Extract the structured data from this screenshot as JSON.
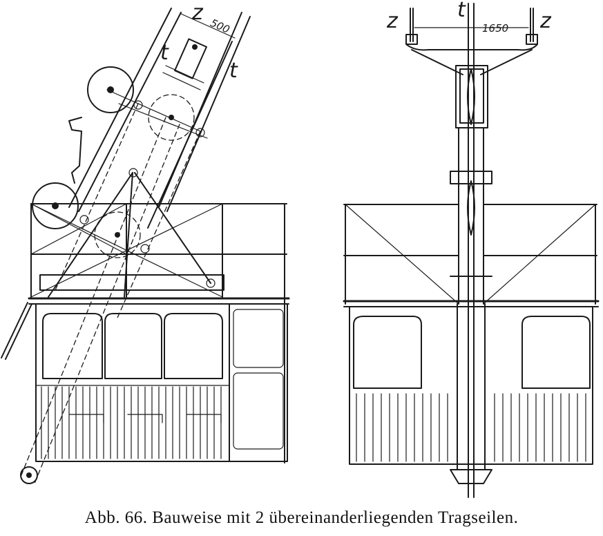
{
  "caption": "Abb. 66. Bauweise mit 2 übereinanderliegenden Tragseilen.",
  "labels": {
    "side_z": "z",
    "side_t_inner": "t",
    "side_t_outer": "t",
    "side_dim": "500",
    "front_z_left": "z",
    "front_t": "t",
    "front_z_right": "z",
    "front_dim": "1650"
  }
}
